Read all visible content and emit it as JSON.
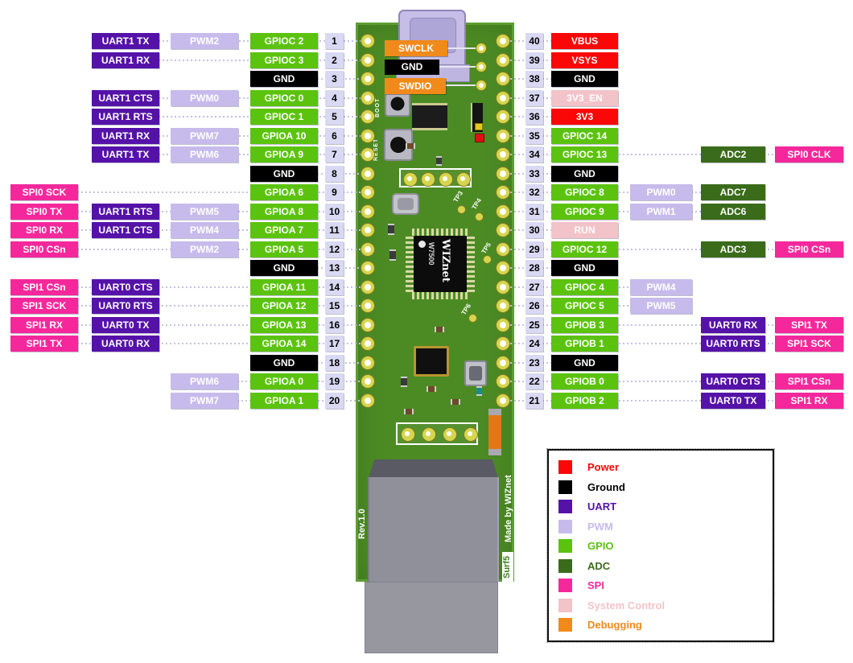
{
  "colors": {
    "power": "#FA0707",
    "ground": "#000000",
    "uart": "#5512A8",
    "pwm": "#C7BBEC",
    "gpio": "#5BC30E",
    "adc": "#3A6B1B",
    "spi": "#F5289B",
    "syscon": "#F2C3C9",
    "debug": "#F18A1A",
    "pin_box_bg": "#D9D9F3",
    "line": "#C2C2E6",
    "board_green": "#4C8B24"
  },
  "board": {
    "swclk_label": "SWCLK",
    "gnd_label": "GND",
    "swdio_label": "SWDIO",
    "boot_label": "BOOT",
    "reset_label": "RESET",
    "chip_brand": "WIZnet",
    "chip_model": "W7500",
    "tp_labels": [
      "TP3",
      "TP4",
      "TP5",
      "TP6"
    ],
    "rev_label": "Rev.1.0",
    "made_by_label": "Made by WIZnet",
    "product_label": "Surf5"
  },
  "legend": {
    "items": [
      {
        "label": "Power",
        "type": "power"
      },
      {
        "label": "Ground",
        "type": "ground"
      },
      {
        "label": "UART",
        "type": "uart"
      },
      {
        "label": "PWM",
        "type": "pwm"
      },
      {
        "label": "GPIO",
        "type": "gpio"
      },
      {
        "label": "ADC",
        "type": "adc"
      },
      {
        "label": "SPI",
        "type": "spi"
      },
      {
        "label": "System Control",
        "type": "syscon"
      },
      {
        "label": "Debugging",
        "type": "debug"
      }
    ]
  },
  "left_pins": [
    {
      "pin": "1",
      "boxes": [
        {
          "col": "b",
          "label": "UART1 TX",
          "type": "uart"
        },
        {
          "col": "c",
          "label": "PWM2",
          "type": "pwm"
        },
        {
          "col": "d",
          "label": "GPIOC 2",
          "type": "gpio"
        }
      ]
    },
    {
      "pin": "2",
      "boxes": [
        {
          "col": "b",
          "label": "UART1 RX",
          "type": "uart"
        },
        {
          "col": "d",
          "label": "GPIOC 3",
          "type": "gpio"
        }
      ]
    },
    {
      "pin": "3",
      "boxes": [
        {
          "col": "d",
          "label": "GND",
          "type": "ground"
        }
      ]
    },
    {
      "pin": "4",
      "boxes": [
        {
          "col": "b",
          "label": "UART1 CTS",
          "type": "uart"
        },
        {
          "col": "c",
          "label": "PWM0",
          "type": "pwm"
        },
        {
          "col": "d",
          "label": "GPIOC 0",
          "type": "gpio"
        }
      ]
    },
    {
      "pin": "5",
      "boxes": [
        {
          "col": "b",
          "label": "UART1 RTS",
          "type": "uart"
        },
        {
          "col": "d",
          "label": "GPIOC 1",
          "type": "gpio"
        }
      ]
    },
    {
      "pin": "6",
      "boxes": [
        {
          "col": "b",
          "label": "UART1 RX",
          "type": "uart"
        },
        {
          "col": "c",
          "label": "PWM7",
          "type": "pwm"
        },
        {
          "col": "d",
          "label": "GPIOA 10",
          "type": "gpio"
        }
      ]
    },
    {
      "pin": "7",
      "boxes": [
        {
          "col": "b",
          "label": "UART1 TX",
          "type": "uart"
        },
        {
          "col": "c",
          "label": "PWM6",
          "type": "pwm"
        },
        {
          "col": "d",
          "label": "GPIOA 9",
          "type": "gpio"
        }
      ]
    },
    {
      "pin": "8",
      "boxes": [
        {
          "col": "d",
          "label": "GND",
          "type": "ground"
        }
      ]
    },
    {
      "pin": "9",
      "boxes": [
        {
          "col": "a",
          "label": "SPI0 SCK",
          "type": "spi"
        },
        {
          "col": "d",
          "label": "GPIOA 6",
          "type": "gpio"
        }
      ]
    },
    {
      "pin": "10",
      "boxes": [
        {
          "col": "a",
          "label": "SPI0 TX",
          "type": "spi"
        },
        {
          "col": "b",
          "label": "UART1 RTS",
          "type": "uart"
        },
        {
          "col": "c",
          "label": "PWM5",
          "type": "pwm"
        },
        {
          "col": "d",
          "label": "GPIOA 8",
          "type": "gpio"
        }
      ]
    },
    {
      "pin": "11",
      "boxes": [
        {
          "col": "a",
          "label": "SPI0 RX",
          "type": "spi"
        },
        {
          "col": "b",
          "label": "UART1 CTS",
          "type": "uart"
        },
        {
          "col": "c",
          "label": "PWM4",
          "type": "pwm"
        },
        {
          "col": "d",
          "label": "GPIOA 7",
          "type": "gpio"
        }
      ]
    },
    {
      "pin": "12",
      "boxes": [
        {
          "col": "a",
          "label": "SPI0 CSn",
          "type": "spi"
        },
        {
          "col": "c",
          "label": "PWM2",
          "type": "pwm"
        },
        {
          "col": "d",
          "label": "GPIOA 5",
          "type": "gpio"
        }
      ]
    },
    {
      "pin": "13",
      "boxes": [
        {
          "col": "d",
          "label": "GND",
          "type": "ground"
        }
      ]
    },
    {
      "pin": "14",
      "boxes": [
        {
          "col": "a",
          "label": "SPI1 CSn",
          "type": "spi"
        },
        {
          "col": "b",
          "label": "UART0 CTS",
          "type": "uart"
        },
        {
          "col": "d",
          "label": "GPIOA 11",
          "type": "gpio"
        }
      ]
    },
    {
      "pin": "15",
      "boxes": [
        {
          "col": "a",
          "label": "SPI1 SCK",
          "type": "spi"
        },
        {
          "col": "b",
          "label": "UART0 RTS",
          "type": "uart"
        },
        {
          "col": "d",
          "label": "GPIOA 12",
          "type": "gpio"
        }
      ]
    },
    {
      "pin": "16",
      "boxes": [
        {
          "col": "a",
          "label": "SPI1 RX",
          "type": "spi"
        },
        {
          "col": "b",
          "label": "UART0 TX",
          "type": "uart"
        },
        {
          "col": "d",
          "label": "GPIOA 13",
          "type": "gpio"
        }
      ]
    },
    {
      "pin": "17",
      "boxes": [
        {
          "col": "a",
          "label": "SPI1 TX",
          "type": "spi"
        },
        {
          "col": "b",
          "label": "UART0 RX",
          "type": "uart"
        },
        {
          "col": "d",
          "label": "GPIOA 14",
          "type": "gpio"
        }
      ]
    },
    {
      "pin": "18",
      "boxes": [
        {
          "col": "d",
          "label": "GND",
          "type": "ground"
        }
      ]
    },
    {
      "pin": "19",
      "boxes": [
        {
          "col": "c",
          "label": "PWM6",
          "type": "pwm"
        },
        {
          "col": "d",
          "label": "GPIOA 0",
          "type": "gpio"
        }
      ]
    },
    {
      "pin": "20",
      "boxes": [
        {
          "col": "c",
          "label": "PWM7",
          "type": "pwm"
        },
        {
          "col": "d",
          "label": "GPIOA 1",
          "type": "gpio"
        }
      ]
    }
  ],
  "right_pins": [
    {
      "pin": "40",
      "boxes": [
        {
          "col": "c1",
          "label": "VBUS",
          "type": "power"
        }
      ]
    },
    {
      "pin": "39",
      "boxes": [
        {
          "col": "c1",
          "label": "VSYS",
          "type": "power"
        }
      ]
    },
    {
      "pin": "38",
      "boxes": [
        {
          "col": "c1",
          "label": "GND",
          "type": "ground"
        }
      ]
    },
    {
      "pin": "37",
      "boxes": [
        {
          "col": "c1",
          "label": "3V3_EN",
          "type": "syscon"
        }
      ]
    },
    {
      "pin": "36",
      "boxes": [
        {
          "col": "c1",
          "label": "3V3",
          "type": "power"
        }
      ]
    },
    {
      "pin": "35",
      "boxes": [
        {
          "col": "c1",
          "label": "GPIOC 14",
          "type": "gpio"
        }
      ]
    },
    {
      "pin": "34",
      "boxes": [
        {
          "col": "c1",
          "label": "GPIOC 13",
          "type": "gpio"
        },
        {
          "col": "c3",
          "label": "ADC2",
          "type": "adc"
        },
        {
          "col": "c4",
          "label": "SPI0 CLK",
          "type": "spi"
        }
      ]
    },
    {
      "pin": "33",
      "boxes": [
        {
          "col": "c1",
          "label": "GND",
          "type": "ground"
        }
      ]
    },
    {
      "pin": "32",
      "boxes": [
        {
          "col": "c1",
          "label": "GPIOC 8",
          "type": "gpio"
        },
        {
          "col": "c2",
          "label": "PWM0",
          "type": "pwm"
        },
        {
          "col": "c3",
          "label": "ADC7",
          "type": "adc"
        }
      ]
    },
    {
      "pin": "31",
      "boxes": [
        {
          "col": "c1",
          "label": "GPIOC 9",
          "type": "gpio"
        },
        {
          "col": "c2",
          "label": "PWM1",
          "type": "pwm"
        },
        {
          "col": "c3",
          "label": "ADC6",
          "type": "adc"
        }
      ]
    },
    {
      "pin": "30",
      "boxes": [
        {
          "col": "c1",
          "label": "RUN",
          "type": "syscon"
        }
      ]
    },
    {
      "pin": "29",
      "boxes": [
        {
          "col": "c1",
          "label": "GPIOC 12",
          "type": "gpio"
        },
        {
          "col": "c3",
          "label": "ADC3",
          "type": "adc"
        },
        {
          "col": "c4",
          "label": "SPI0 CSn",
          "type": "spi"
        }
      ]
    },
    {
      "pin": "28",
      "boxes": [
        {
          "col": "c1",
          "label": "GND",
          "type": "ground"
        }
      ]
    },
    {
      "pin": "27",
      "boxes": [
        {
          "col": "c1",
          "label": "GPIOC 4",
          "type": "gpio"
        },
        {
          "col": "c2",
          "label": "PWM4",
          "type": "pwm"
        }
      ]
    },
    {
      "pin": "26",
      "boxes": [
        {
          "col": "c1",
          "label": "GPIOC 5",
          "type": "gpio"
        },
        {
          "col": "c2",
          "label": "PWM5",
          "type": "pwm"
        }
      ]
    },
    {
      "pin": "25",
      "boxes": [
        {
          "col": "c1",
          "label": "GPIOB 3",
          "type": "gpio"
        },
        {
          "col": "c3",
          "label": "UART0 RX",
          "type": "uart"
        },
        {
          "col": "c4",
          "label": "SPI1 TX",
          "type": "spi"
        }
      ]
    },
    {
      "pin": "24",
      "boxes": [
        {
          "col": "c1",
          "label": "GPIOB 1",
          "type": "gpio"
        },
        {
          "col": "c3",
          "label": "UART0 RTS",
          "type": "uart"
        },
        {
          "col": "c4",
          "label": "SPI1 SCK",
          "type": "spi"
        }
      ]
    },
    {
      "pin": "23",
      "boxes": [
        {
          "col": "c1",
          "label": "GND",
          "type": "ground"
        }
      ]
    },
    {
      "pin": "22",
      "boxes": [
        {
          "col": "c1",
          "label": "GPIOB 0",
          "type": "gpio"
        },
        {
          "col": "c3",
          "label": "UART0 CTS",
          "type": "uart"
        },
        {
          "col": "c4",
          "label": "SPI1 CSn",
          "type": "spi"
        }
      ]
    },
    {
      "pin": "21",
      "boxes": [
        {
          "col": "c1",
          "label": "GPIOB 2",
          "type": "gpio"
        },
        {
          "col": "c3",
          "label": "UART0 TX",
          "type": "uart"
        },
        {
          "col": "c4",
          "label": "SPI1 RX",
          "type": "spi"
        }
      ]
    }
  ]
}
